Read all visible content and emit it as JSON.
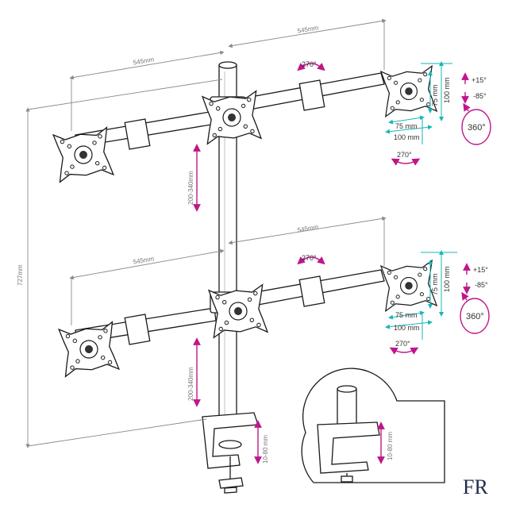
{
  "dimensions": {
    "total_height": "727mm",
    "arm_spacing_left": "545mm",
    "arm_spacing_right": "545mm",
    "pole_adjust": "200-340mm",
    "vesa_75": "75 mm",
    "vesa_100": "100 mm",
    "vesa_75_v": "75 mm",
    "vesa_100_v": "100 mm",
    "swivel": "270°",
    "rotation": "360°",
    "tilt_up": "+15°",
    "tilt_down": "-85°",
    "clamp_range": "10-80 mm",
    "clamp_range_inset": "10-80 mm"
  },
  "logo": {
    "text": "FR"
  },
  "colors": {
    "line": "#1a1a1a",
    "dimension": "#8a8a8a",
    "vesa": "#17b6b6",
    "rotation": "#c0168a"
  }
}
